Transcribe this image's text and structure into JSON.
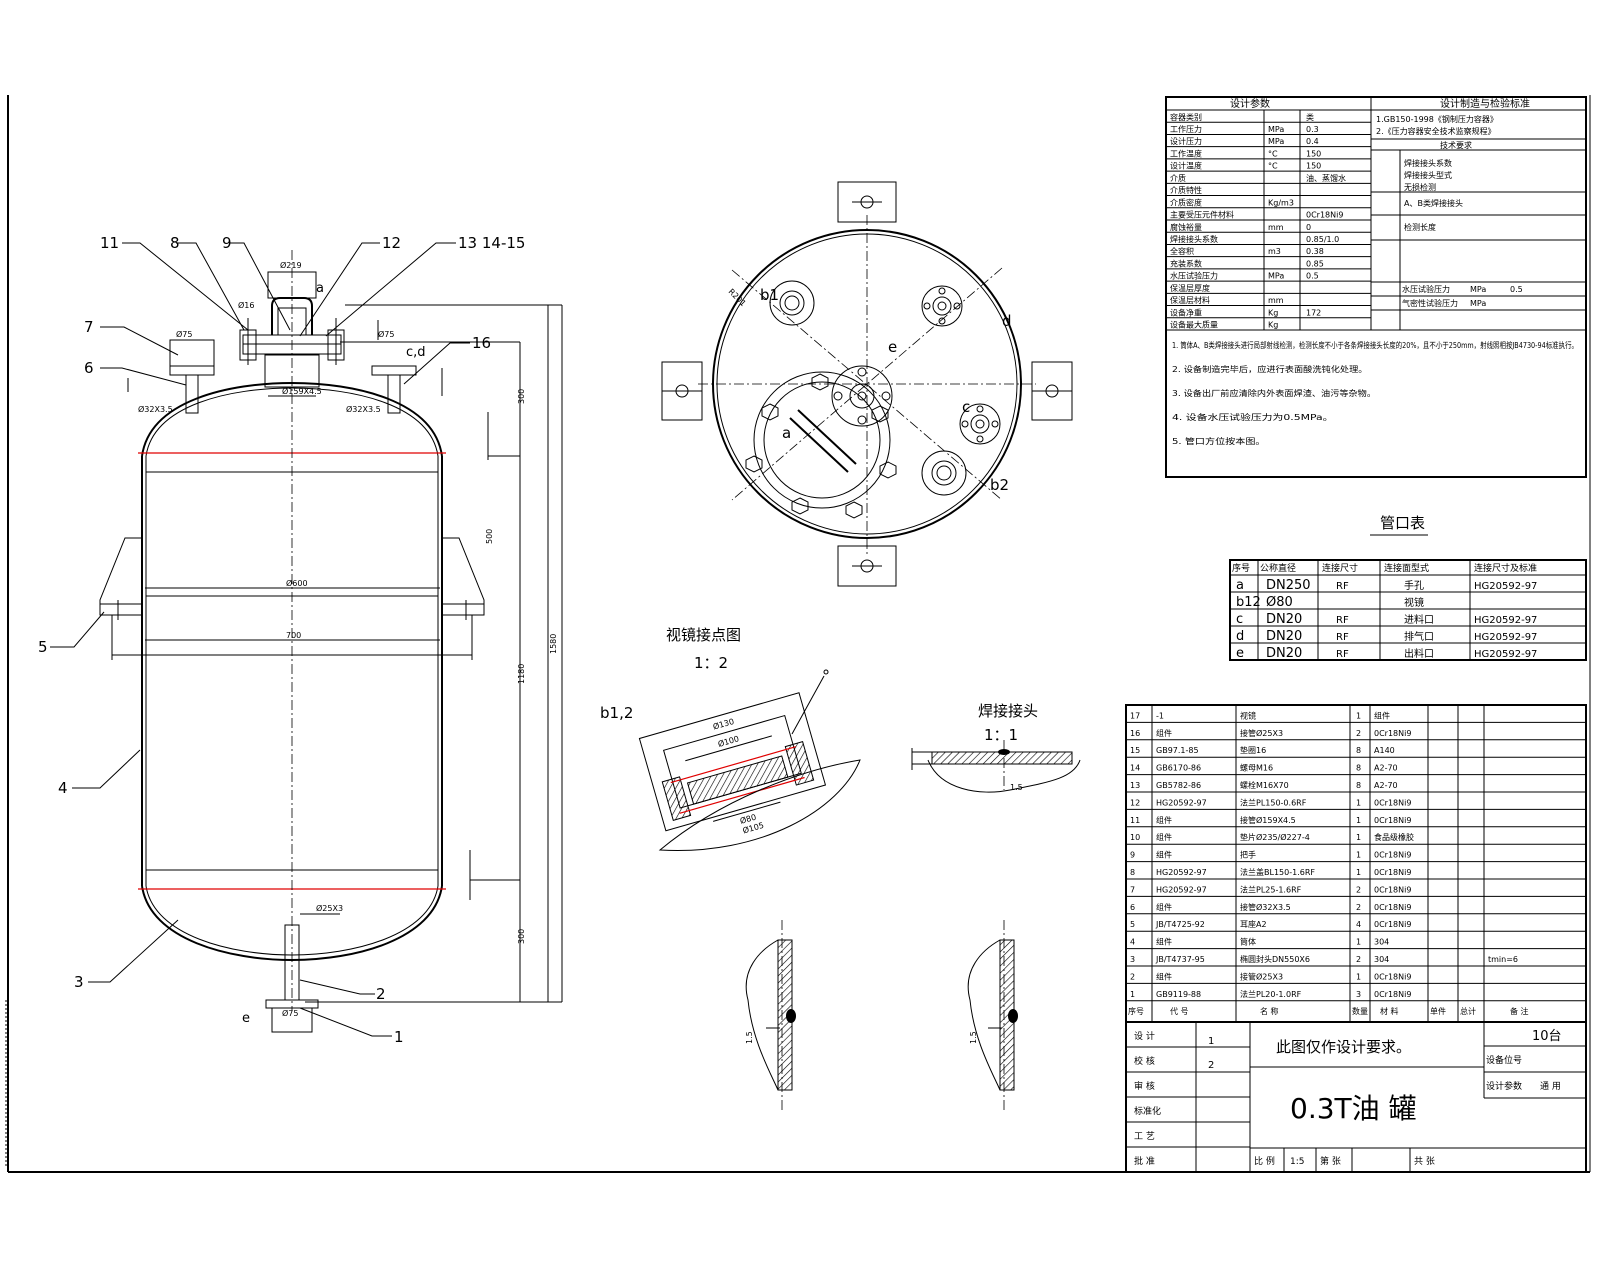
{
  "drawing": {
    "title": "0.3T油 罐",
    "note": "此图仅作设计要求。",
    "quantity": "10台",
    "scale_label": "比 例",
    "scale_value": "1:5",
    "designer_1": "1",
    "designer_2": "2",
    "edge_mark": "2"
  },
  "design_params": {
    "header_left": "设计参数",
    "header_right": "设计制造与检验标准",
    "standards": [
      "1.GB150-1998《钢制压力容器》",
      "2.《压力容器安全技术监察规程》"
    ],
    "rows": [
      {
        "name": "容器类别",
        "unit": "",
        "value": "类"
      },
      {
        "name": "工作压力",
        "unit": "MPa",
        "value": "0.3"
      },
      {
        "name": "设计压力",
        "unit": "MPa",
        "value": "0.4"
      },
      {
        "name": "工作温度",
        "unit": "°C",
        "value": "150"
      },
      {
        "name": "设计温度",
        "unit": "°C",
        "value": "150"
      },
      {
        "name": "介质",
        "unit": "",
        "value": "油、蒸馏水"
      },
      {
        "name": "介质特性",
        "unit": "",
        "value": ""
      },
      {
        "name": "介质密度",
        "unit": "Kg/m3",
        "value": ""
      },
      {
        "name": "主要受压元件材料",
        "unit": "",
        "value": "0Cr18Ni9"
      },
      {
        "name": "腐蚀裕量",
        "unit": "mm",
        "value": "0"
      },
      {
        "name": "焊接接头系数",
        "unit": "",
        "value": "0.85/1.0"
      },
      {
        "name": "全容积",
        "unit": "m3",
        "value": "0.38"
      },
      {
        "name": "充装系数",
        "unit": "",
        "value": "0.85"
      },
      {
        "name": "水压试验压力",
        "unit": "MPa",
        "value": "0.5"
      },
      {
        "name": "保温层厚度",
        "unit": "",
        "value": ""
      },
      {
        "name": "保温层材料",
        "unit": "mm",
        "value": ""
      },
      {
        "name": "设备净重",
        "unit": "Kg",
        "value": "172"
      },
      {
        "name": "设备最大质量",
        "unit": "Kg",
        "value": ""
      }
    ],
    "right_notes": [
      "焊接接头系数",
      "焊接接头型式",
      "无损检测",
      "A、B类焊接接头",
      "检测长度",
      "技术要求"
    ],
    "test_labels": [
      "水压试验压力",
      "MPa",
      "0.5",
      "气密性试验压力",
      "MPa"
    ],
    "requirements": [
      "1. 筒体A、B类焊接接头进行局部射线检测，检测长度不小于各条焊接接头长度的20%，且不小于250mm，射线照相按JB4730-94标准执行。",
      "2. 设备制造完毕后，应进行表面酸洗钝化处理。",
      "3. 设备出厂前应清除内外表面焊渣、油污等杂物。",
      "4. 设备水压试验压力为0.5MPa。",
      "5. 管口方位按本图。"
    ]
  },
  "nozzle_table": {
    "title": "管口表",
    "headers": [
      "序号",
      "公称直径",
      "连接尺寸",
      "连接面型式",
      "连接尺寸及标准"
    ],
    "rows": [
      {
        "id": "a",
        "dn": "DN250",
        "face": "RF",
        "use": "手孔",
        "std": "HG20592-97"
      },
      {
        "id": "b12",
        "dn": "Ø80",
        "face": "",
        "use": "视镜",
        "std": ""
      },
      {
        "id": "c",
        "dn": "DN20",
        "face": "RF",
        "use": "进料口",
        "std": "HG20592-97"
      },
      {
        "id": "d",
        "dn": "DN20",
        "face": "RF",
        "use": "排气口",
        "std": "HG20592-97"
      },
      {
        "id": "e",
        "dn": "DN20",
        "face": "RF",
        "use": "出料口",
        "std": "HG20592-97"
      }
    ]
  },
  "parts": {
    "headers": [
      "序号",
      "代 号",
      "名 称",
      "数量",
      "材 料",
      "单件",
      "总计",
      "备 注"
    ],
    "rows": [
      {
        "no": "17",
        "code": "-1",
        "name": "视镜",
        "qty": "1",
        "mat": "组件",
        "note": ""
      },
      {
        "no": "16",
        "code": "组件",
        "name": "接管Ø25X3",
        "qty": "2",
        "mat": "0Cr18Ni9",
        "note": ""
      },
      {
        "no": "15",
        "code": "GB97.1-85",
        "name": "垫圈16",
        "qty": "8",
        "mat": "A140",
        "note": ""
      },
      {
        "no": "14",
        "code": "GB6170-86",
        "name": "螺母M16",
        "qty": "8",
        "mat": "A2-70",
        "note": ""
      },
      {
        "no": "13",
        "code": "GB5782-86",
        "name": "螺栓M16X70",
        "qty": "8",
        "mat": "A2-70",
        "note": ""
      },
      {
        "no": "12",
        "code": "HG20592-97",
        "name": "法兰PL150-0.6RF",
        "qty": "1",
        "mat": "0Cr18Ni9",
        "note": ""
      },
      {
        "no": "11",
        "code": "组件",
        "name": "接管Ø159X4.5",
        "qty": "1",
        "mat": "0Cr18Ni9",
        "note": ""
      },
      {
        "no": "10",
        "code": "组件",
        "name": "垫片Ø235/Ø227-4",
        "qty": "1",
        "mat": "食品级橡胶",
        "note": ""
      },
      {
        "no": "9",
        "code": "组件",
        "name": "把手",
        "qty": "1",
        "mat": "0Cr18Ni9",
        "note": ""
      },
      {
        "no": "8",
        "code": "HG20592-97",
        "name": "法兰盖BL150-1.6RF",
        "qty": "1",
        "mat": "0Cr18Ni9",
        "note": ""
      },
      {
        "no": "7",
        "code": "HG20592-97",
        "name": "法兰PL25-1.6RF",
        "qty": "2",
        "mat": "0Cr18Ni9",
        "note": ""
      },
      {
        "no": "6",
        "code": "组件",
        "name": "接管Ø32X3.5",
        "qty": "2",
        "mat": "0Cr18Ni9",
        "note": ""
      },
      {
        "no": "5",
        "code": "JB/T4725-92",
        "name": "耳座A2",
        "qty": "4",
        "mat": "0Cr18Ni9",
        "note": ""
      },
      {
        "no": "4",
        "code": "组件",
        "name": "筒体",
        "qty": "1",
        "mat": "304",
        "note": ""
      },
      {
        "no": "3",
        "code": "JB/T4737-95",
        "name": "椭圆封头DN550X6",
        "qty": "2",
        "mat": "304",
        "note": "tmin=6"
      },
      {
        "no": "2",
        "code": "组件",
        "name": "接管Ø25X3",
        "qty": "1",
        "mat": "0Cr18Ni9",
        "note": ""
      },
      {
        "no": "1",
        "code": "GB9119-88",
        "name": "法兰PL20-1.0RF",
        "qty": "3",
        "mat": "0Cr18Ni9",
        "note": ""
      }
    ]
  },
  "title_block": {
    "roles": [
      "设 计",
      "校 核",
      "审 核",
      "标准化",
      "工 艺",
      "批 准"
    ],
    "right_labels": [
      "设备位号",
      "设计参数",
      "通 用"
    ],
    "bottom": [
      "比 例",
      "1:5",
      "第 张",
      "共 张"
    ]
  },
  "views": {
    "sight_glass_title": "视镜接点图",
    "sight_glass_scale": "1：2",
    "sight_glass_tag": "b1,2",
    "weld_title": "焊接接头",
    "weld_scale": "1：1"
  },
  "callouts": [
    "11",
    "8",
    "9",
    "12",
    "13 14-15",
    "16",
    "7",
    "6",
    "5",
    "4",
    "3",
    "2",
    "1"
  ],
  "plan_labels": [
    "b1",
    "b2",
    "a",
    "c",
    "d",
    "e"
  ],
  "elev_labels": [
    "a",
    "c,d",
    "e"
  ]
}
